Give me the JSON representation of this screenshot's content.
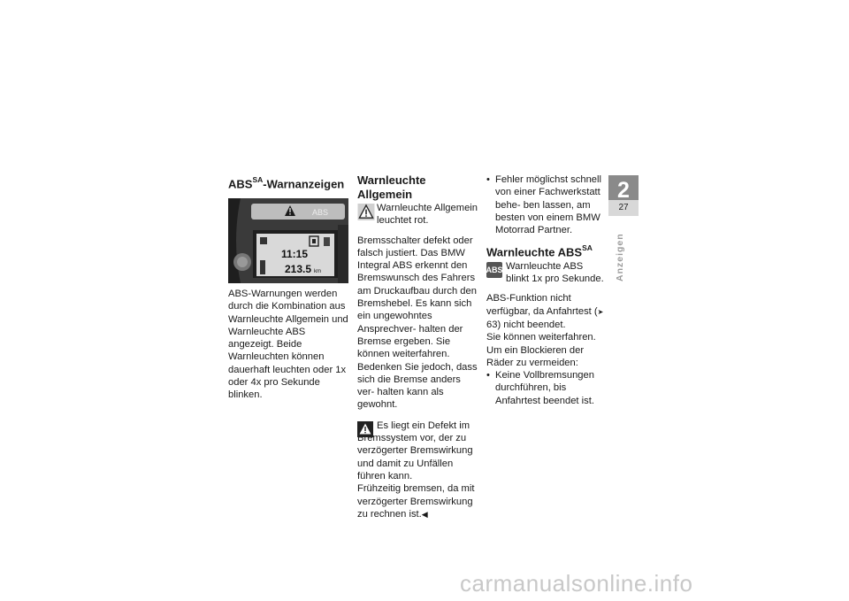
{
  "column1": {
    "heading_prefix": "ABS",
    "heading_sup": "SA",
    "heading_suffix": "-Warnanzeigen",
    "display": {
      "time": "11:15",
      "odometer": "213.5",
      "odometer_unit": "km",
      "abs_label": "ABS"
    },
    "body": "ABS-Warnungen werden durch die Kombination aus Warnleuchte Allgemein und Warnleuchte ABS angezeigt. Beide Warnleuchten können dauerhaft leuchten oder 1x oder 4x pro Sekunde blinken."
  },
  "column2": {
    "heading": "Warnleuchte Allgemein",
    "icon_text": "Warnleuchte Allgemein leuchtet rot.",
    "body": "Bremsschalter defekt oder falsch justiert. Das BMW Integral ABS erkennt den Bremswunsch des Fahrers am Druckaufbau durch den Bremshebel. Es kann sich ein ungewohntes Ansprechver- halten der Bremse ergeben. Sie können weiterfahren. Bedenken Sie jedoch, dass sich die Bremse anders ver- halten kann als gewohnt.",
    "warning_text": "Es liegt ein Defekt im Bremssystem vor, der zu verzögerter Bremswirkung und damit zu Unfällen führen kann.",
    "warning_text2": "Frühzeitig bremsen, da mit verzögerter Bremswirkung zu rechnen ist."
  },
  "column3": {
    "bullet1": "Fehler möglichst schnell von einer Fachwerkstatt behe- ben lassen, am besten von einem BMW Motorrad Partner.",
    "heading_prefix": "Warnleuchte ABS",
    "heading_sup": "SA",
    "icon_label": "ABS",
    "icon_text": "Warnleuchte ABS blinkt 1x pro Sekunde.",
    "body1": "ABS-Funktion nicht verfügbar, da Anfahrtest (",
    "page_ref": "63",
    "body1_end": ") nicht beendet.",
    "body2": "Sie können weiterfahren. Um ein Blockieren der Räder zu vermeiden:",
    "bullet2": "Keine Vollbremsungen durchführen, bis Anfahrtest beendet ist."
  },
  "chapter_tab": {
    "number": "2",
    "page": "27"
  },
  "side_label": "Anzeigen",
  "watermark": "carmanualsonline.info"
}
